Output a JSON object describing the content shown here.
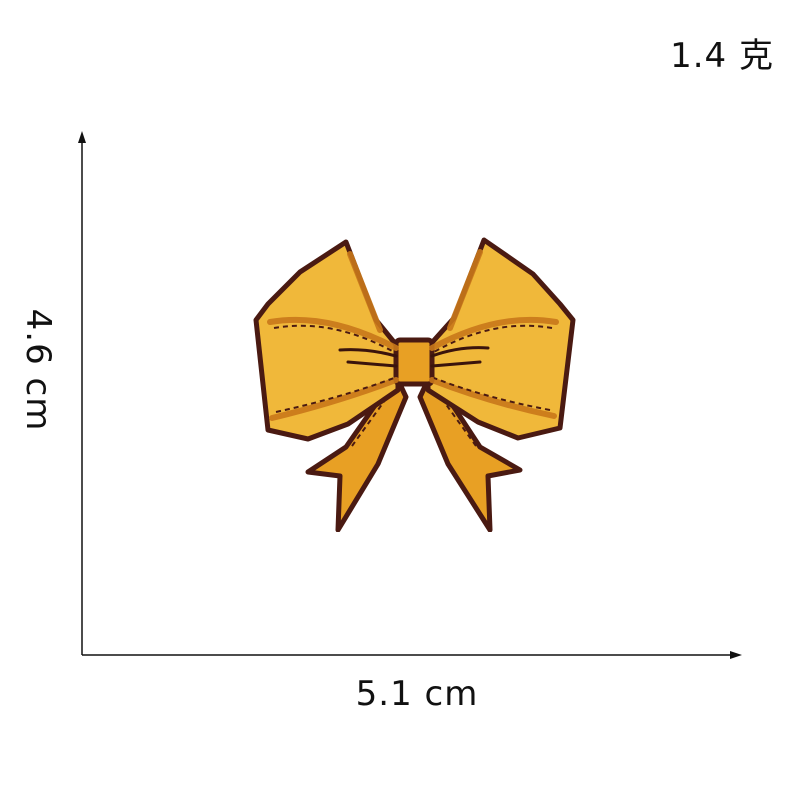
{
  "product": {
    "weight": "1.4 克",
    "height": "4.6 cm",
    "width": "5.1 cm",
    "image": "bow-patch-icon"
  },
  "colors": {
    "fill": "#e8a024",
    "fill_light": "#f0b83a",
    "shadow": "#c9781a",
    "outline": "#4a1a12",
    "axis": "#111111"
  }
}
